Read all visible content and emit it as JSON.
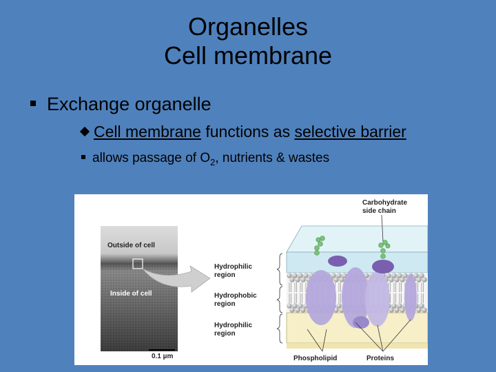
{
  "slide": {
    "title_line1": "Organelles",
    "title_line2": "Cell membrane",
    "bullet1": "Exchange organelle",
    "bullet2": {
      "part1": "Cell membrane",
      "part2": " functions as ",
      "part3": "selective barrier"
    },
    "bullet3": {
      "before": "allows passage of O",
      "sub": "2",
      "after": ", nutrients & wastes"
    }
  },
  "figure": {
    "labels": {
      "outside_cell": "Outside of cell",
      "inside_cell": "Inside of cell",
      "scale": "0.1 µm",
      "hydrophilic_top_1": "Hydrophilic",
      "hydrophilic_top_2": "region",
      "hydrophobic_1": "Hydrophobic",
      "hydrophobic_2": "region",
      "hydrophilic_bottom_1": "Hydrophilic",
      "hydrophilic_bottom_2": "region",
      "carbohydrate_1": "Carbohydrate",
      "carbohydrate_2": "side chain",
      "phospholipid": "Phospholipid",
      "proteins": "Proteins"
    },
    "colors": {
      "background": "#4f81bd",
      "outside_fluid": "#cfe9f2",
      "inside_fluid": "#f6efc8",
      "head": "#b8b8b8",
      "protein": "#b4a8dc",
      "protein_dark": "#7a5fb0",
      "carbohydrate": "#7cc07c"
    }
  }
}
